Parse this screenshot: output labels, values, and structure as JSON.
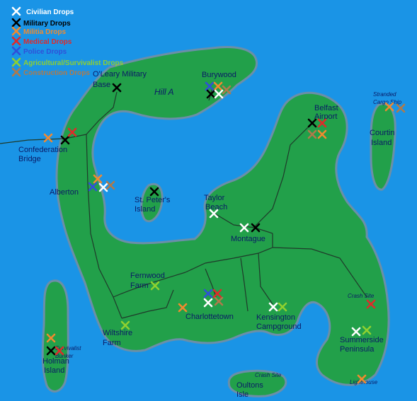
{
  "colors": {
    "water": "#1a94e6",
    "land": "#22a04a",
    "shore": "#6b8fa8",
    "road": "#1f3a2a",
    "civilian": "#ffffff",
    "military": "#000000",
    "militia": "#f08a30",
    "medical": "#e02a2a",
    "police": "#3050d8",
    "agri": "#8fd030",
    "construction": "#b07a4a"
  },
  "legend": [
    {
      "key": "civilian",
      "label": "Civilian Drops",
      "icon": "civilian-drop-icon"
    },
    {
      "key": "military",
      "label": "Military Drops",
      "icon": "military-drop-icon"
    },
    {
      "key": "militia",
      "label": "Militia Drops",
      "icon": "militia-drop-icon"
    },
    {
      "key": "medical",
      "label": "Medical Drops",
      "icon": "medical-drop-icon"
    },
    {
      "key": "police",
      "label": "Police Drops",
      "icon": "police-drop-icon"
    },
    {
      "key": "agri",
      "label": "Agricultural/Survivalist Drops",
      "icon": "agricultural-drop-icon"
    },
    {
      "key": "construction",
      "label": "Construction Drops",
      "icon": "construction-drop-icon"
    }
  ],
  "places": [
    {
      "id": "oleary-line1",
      "text": "O'Leary Military"
    },
    {
      "id": "oleary-line2",
      "text": "Base"
    },
    {
      "id": "burywood",
      "text": "Burywood"
    },
    {
      "id": "hill-a",
      "text": "Hill A"
    },
    {
      "id": "belfast-line1",
      "text": "Belfast"
    },
    {
      "id": "belfast-line2",
      "text": "Airport"
    },
    {
      "id": "stranded-line1",
      "text": "Stranded"
    },
    {
      "id": "stranded-line2",
      "text": "Cargo Ship"
    },
    {
      "id": "courtin-line1",
      "text": "Courtin"
    },
    {
      "id": "courtin-line2",
      "text": "Island"
    },
    {
      "id": "confed-line1",
      "text": "Confederation"
    },
    {
      "id": "confed-line2",
      "text": "Bridge"
    },
    {
      "id": "alberton",
      "text": "Alberton"
    },
    {
      "id": "stpeters-line1",
      "text": "St. Peter's"
    },
    {
      "id": "stpeters-line2",
      "text": "Island"
    },
    {
      "id": "taylor-line1",
      "text": "Taylor"
    },
    {
      "id": "taylor-line2",
      "text": "Beach"
    },
    {
      "id": "montague",
      "text": "Montague"
    },
    {
      "id": "fernwood-line1",
      "text": "Fernwood"
    },
    {
      "id": "fernwood-line2",
      "text": "Farm"
    },
    {
      "id": "charlottetown",
      "text": "Charlottetown"
    },
    {
      "id": "kensington-line1",
      "text": "Kensington"
    },
    {
      "id": "kensington-line2",
      "text": "Campground"
    },
    {
      "id": "crash-site-east",
      "text": "Crash Site"
    },
    {
      "id": "summerside-line1",
      "text": "Summerside"
    },
    {
      "id": "summerside-line2",
      "text": "Peninsula"
    },
    {
      "id": "wiltshire-line1",
      "text": "Wiltshire"
    },
    {
      "id": "wiltshire-line2",
      "text": "Farm"
    },
    {
      "id": "survivalist-line1",
      "text": "Survivalist"
    },
    {
      "id": "survivalist-line2",
      "text": "Bunker"
    },
    {
      "id": "holman-line1",
      "text": "Holman"
    },
    {
      "id": "holman-line2",
      "text": "Island"
    },
    {
      "id": "crash-site-south",
      "text": "Crash Site"
    },
    {
      "id": "oultons-line1",
      "text": "Oultons"
    },
    {
      "id": "oultons-line2",
      "text": "Isle"
    },
    {
      "id": "lighthouse",
      "text": "Lighthouse"
    }
  ]
}
